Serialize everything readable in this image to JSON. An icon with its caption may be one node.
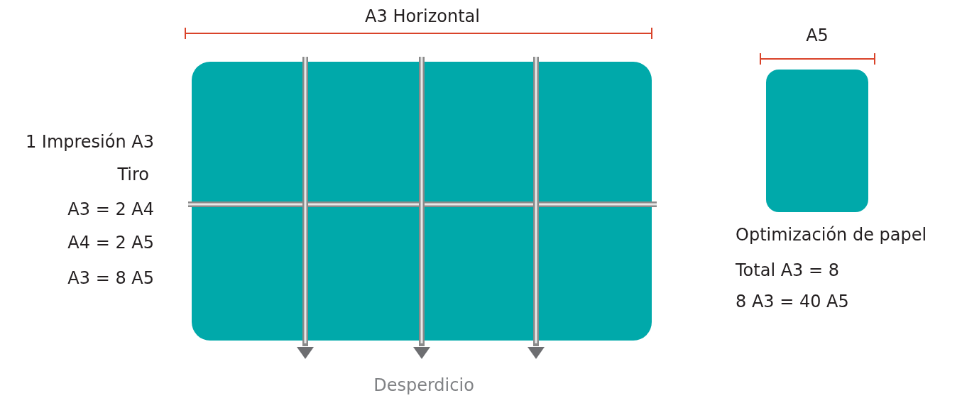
{
  "diagram": {
    "nodes": [
      {
        "text": [],
        "shape": "box"
      },
      {
        "text": [],
        "shape": "box"
      }
    ],
    "labels": [
      "A3 Horizontal",
      "A5",
      "1 Impresión A3",
      "Tiro",
      "A3 = 2 A4",
      "A4 = 2 A5",
      "A3 = 8 A5",
      "Optimización de papel",
      "Total A3 = 8",
      "8 A3 = 40 A5",
      "Desperdicio"
    ]
  }
}
